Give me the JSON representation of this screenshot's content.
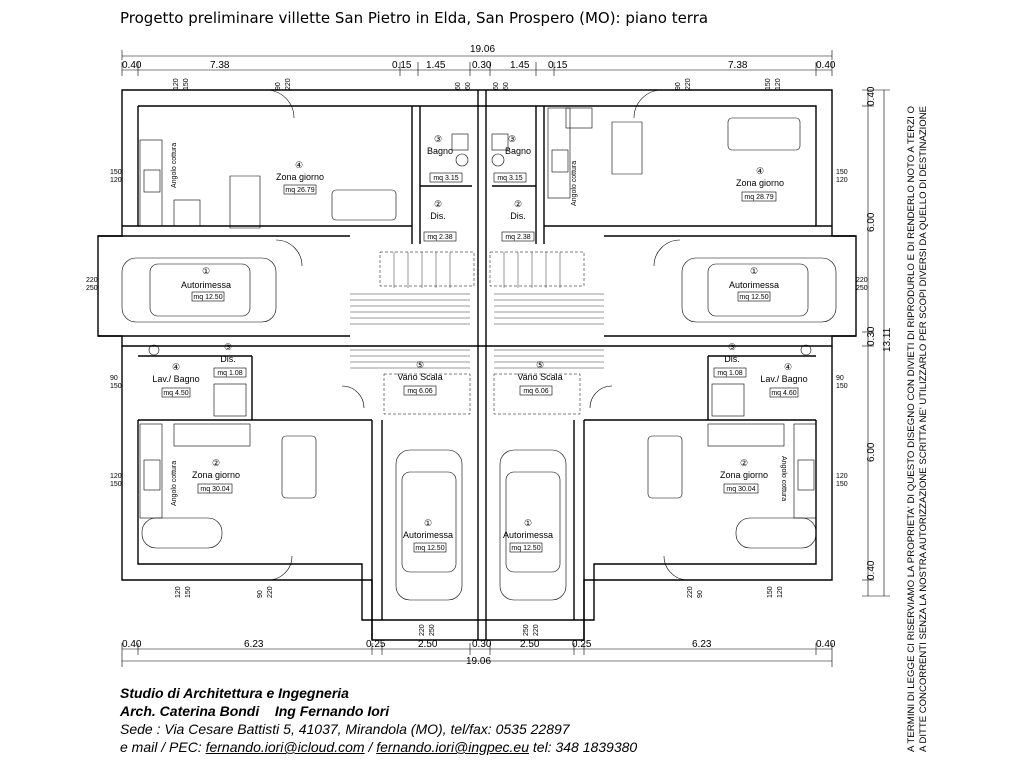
{
  "title": "Progetto preliminare villette San Pietro in Elda, San Prospero (MO): piano terra",
  "dimensions": {
    "top_total": "19.06",
    "top_segments": [
      "0.40",
      "7.38",
      "0.15",
      "1.45",
      "0.30",
      "1.45",
      "0.15",
      "7.38",
      "0.40"
    ],
    "bottom_total": "19.06",
    "bottom_segments": [
      "0.40",
      "6.23",
      "0.25",
      "2.50",
      "0.30",
      "2.50",
      "0.25",
      "6.23",
      "0.40"
    ],
    "right_segments": [
      "0.40",
      "6.00",
      "0.30",
      "6.00",
      "0.40"
    ],
    "right_total": "13.11",
    "window_marks": {
      "w_120_150": [
        "120",
        "150"
      ],
      "w_150_120": [
        "150",
        "120"
      ],
      "w_90_220": [
        "90",
        "220"
      ],
      "w_60_60": [
        "60",
        "60"
      ],
      "w_220_250": [
        "220",
        "250"
      ],
      "w_90_150": [
        "90",
        "150"
      ]
    }
  },
  "rooms": {
    "nw_zona": {
      "num": "④",
      "name": "Zona giorno",
      "area": "mq 26.79"
    },
    "nw_bagno": {
      "num": "③",
      "name": "Bagno",
      "area": "mq 3.15"
    },
    "nw_dis": {
      "num": "②",
      "name": "Dis.",
      "area": "mq 2.38"
    },
    "nw_auto": {
      "num": "①",
      "name": "Autorimessa",
      "area": "mq 12.50"
    },
    "ne_zona": {
      "num": "④",
      "name": "Zona giorno",
      "area": "mq 28.79"
    },
    "ne_bagno": {
      "num": "③",
      "name": "Bagno",
      "area": "mq 3.15"
    },
    "ne_dis": {
      "num": "②",
      "name": "Dis.",
      "area": "mq 2.38"
    },
    "ne_auto": {
      "num": "①",
      "name": "Autorimessa",
      "area": "mq 12.50"
    },
    "sw_dis": {
      "num": "③",
      "name": "Dis.",
      "area": "mq 1.08"
    },
    "sw_lav": {
      "num": "④",
      "name": "Lav./ Bagno",
      "area": "mq 4.50"
    },
    "sw_scala": {
      "num": "⑤",
      "name": "Vano Scala",
      "area": "mq 6.06"
    },
    "sw_zona": {
      "num": "②",
      "name": "Zona giorno",
      "area": "mq 30.04"
    },
    "sw_auto": {
      "num": "①",
      "name": "Autorimessa",
      "area": "mq 12.50"
    },
    "se_dis": {
      "num": "③",
      "name": "Dis.",
      "area": "mq 1.08"
    },
    "se_lav": {
      "num": "④",
      "name": "Lav./ Bagno",
      "area": "mq 4.60"
    },
    "se_scala": {
      "num": "⑤",
      "name": "Vano Scala",
      "area": "mq 6.06"
    },
    "se_zona": {
      "num": "②",
      "name": "Zona giorno",
      "area": "mq 30.04"
    },
    "se_auto": {
      "num": "①",
      "name": "Autorimessa",
      "area": "mq 12.50"
    }
  },
  "kitchen_label": "Angolo cottura",
  "legal_notice": {
    "line1": "A TERMINI DI LEGGE CI RISERVIAMO LA PROPRIETA' DI QUESTO DISEGNO CON DIVIETI DI RIPRODURLO E DI RENDERLO NOTO A TERZI O",
    "line2": "A DITTE CONCORRENTI SENZA LA NOSTRA AUTORIZZAZIONE SCRITTA NE' UTILIZZARLO PER SCOPI DIVERSI DA QUELLO DI DESTINAZIONE"
  },
  "footer": {
    "studio": "Studio di Architettura e Ingegneria",
    "arch": "Arch. Caterina Bondi",
    "ing": "Ing Fernando Iori",
    "sede": "Sede : Via Cesare Battisti 5, 41037, Mirandola (MO), tel/fax: 0535 22897",
    "email_prefix": " e mail / PEC: ",
    "email1": "fernando.iori@icloud.com",
    "email_sep": " / ",
    "email2": "fernando.iori@ingpec.eu",
    "tel": "  tel: 348 1839380"
  }
}
